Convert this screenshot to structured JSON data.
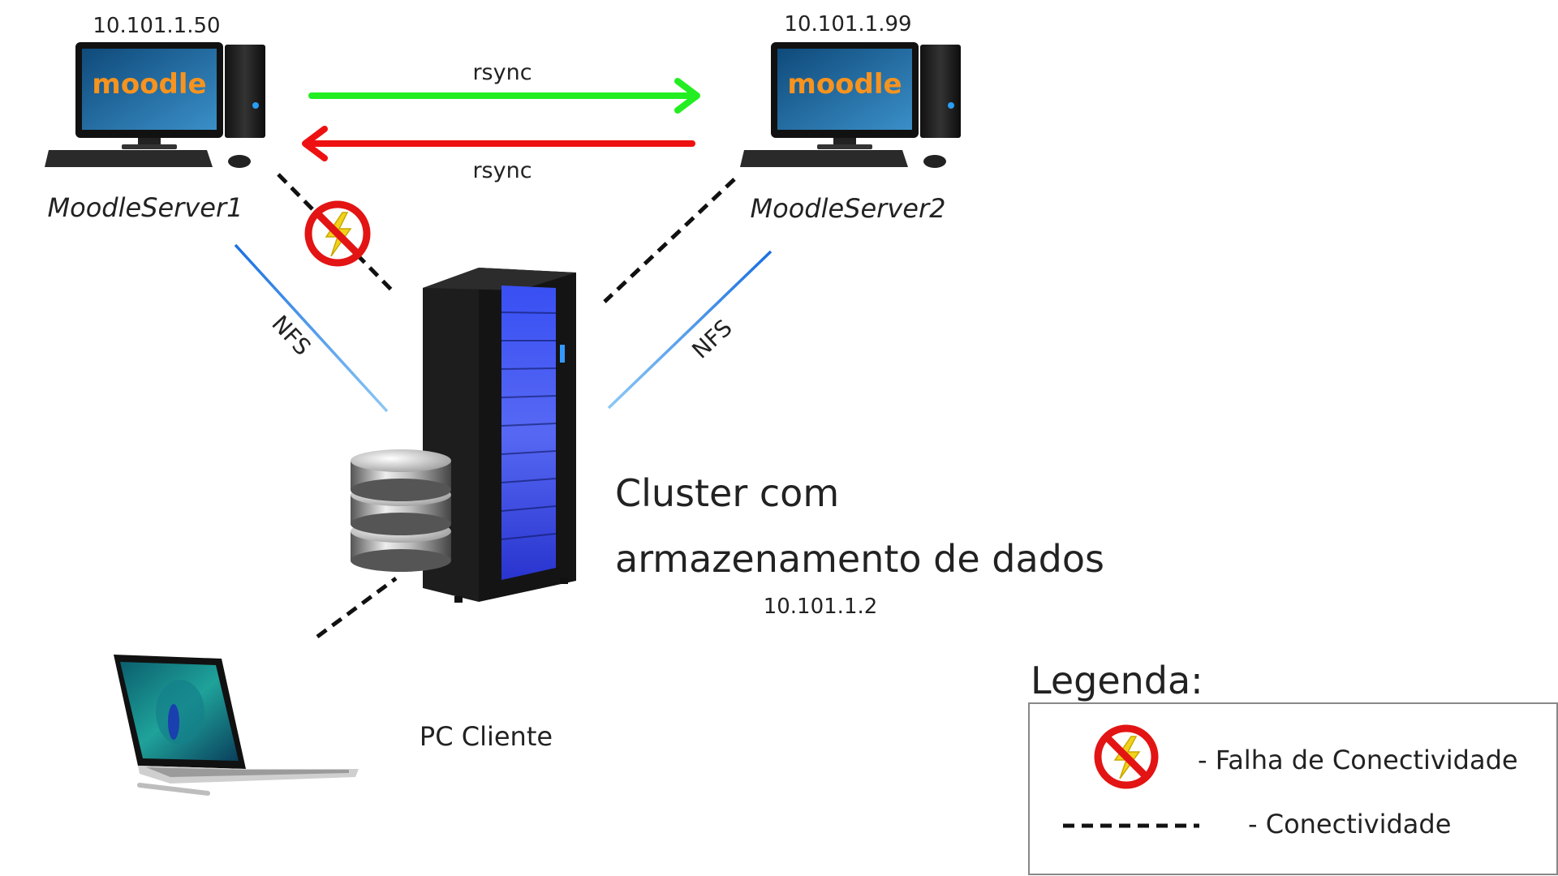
{
  "server1": {
    "ip": "10.101.1.50",
    "name": "MoodleServer1",
    "logo_text": "moodle"
  },
  "server2": {
    "ip": "10.101.1.99",
    "name": "MoodleServer2",
    "logo_text": "moodle"
  },
  "sync": {
    "top_label": "rsync",
    "bottom_label": "rsync",
    "top_color": "#22ee22",
    "bottom_color": "#ee1111"
  },
  "nfs": {
    "left_label": "NFS",
    "right_label": "NFS",
    "color": "#3d8fe8"
  },
  "cluster": {
    "line1": "Cluster com",
    "line2": "armazenamento de dados",
    "ip": "10.101.1.2"
  },
  "client": {
    "name": "PC Cliente"
  },
  "legend": {
    "title": "Legenda:",
    "failure_label": "- Falha de Conectividade",
    "connectivity_label": "- Conectividade"
  },
  "icons": {
    "failure": "connectivity-failure-icon",
    "computer": "desktop-computer-icon",
    "rack": "server-rack-icon",
    "database": "database-icon",
    "laptop": "laptop-icon"
  }
}
